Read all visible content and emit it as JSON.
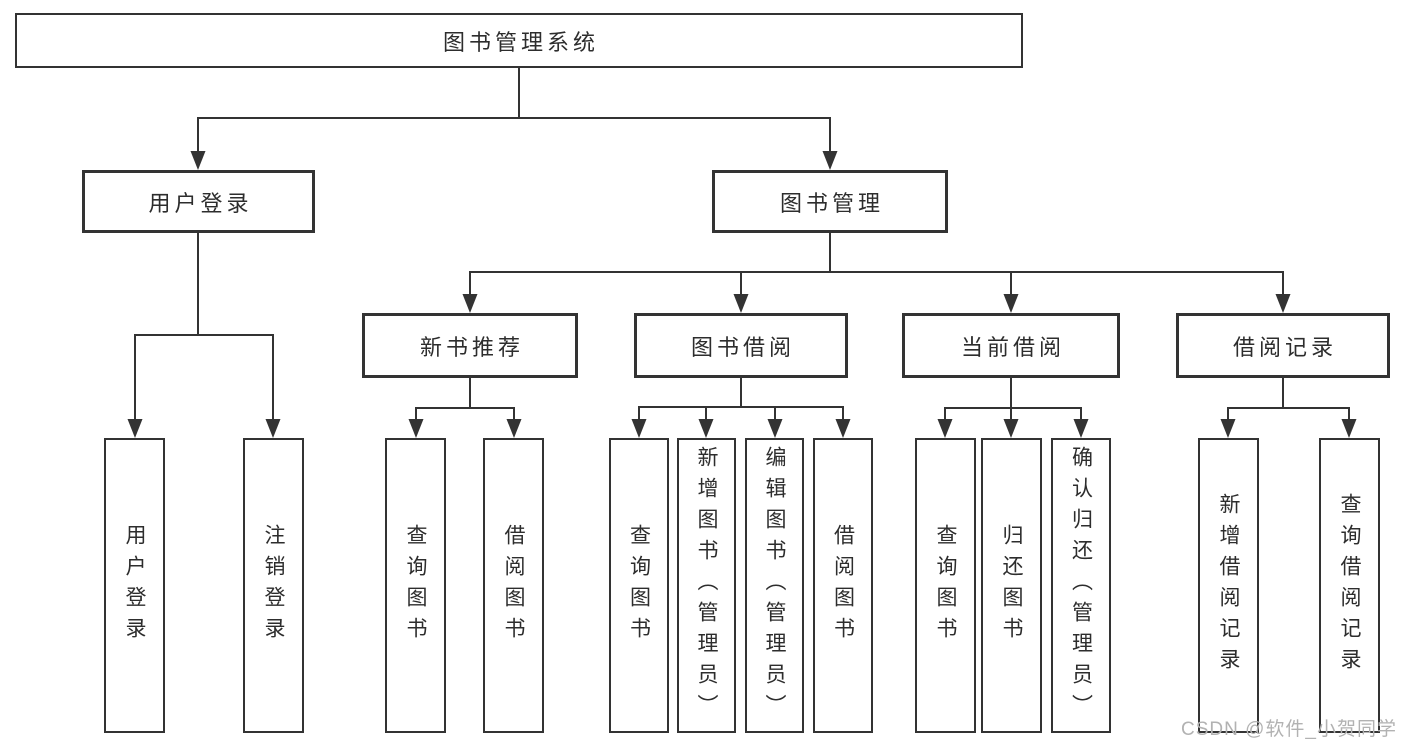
{
  "tree": {
    "label": "图书管理系统",
    "children": [
      {
        "label": "用户登录",
        "children": [
          {
            "label": "用户登录"
          },
          {
            "label": "注销登录"
          }
        ]
      },
      {
        "label": "图书管理",
        "children": [
          {
            "label": "新书推荐",
            "children": [
              {
                "label": "查询图书"
              },
              {
                "label": "借阅图书"
              }
            ]
          },
          {
            "label": "图书借阅",
            "children": [
              {
                "label": "查询图书"
              },
              {
                "label": "新增图书（管理员）"
              },
              {
                "label": "编辑图书（管理员）"
              },
              {
                "label": "借阅图书"
              }
            ]
          },
          {
            "label": "当前借阅",
            "children": [
              {
                "label": "查询图书"
              },
              {
                "label": "归还图书"
              },
              {
                "label": "确认归还（管理员）"
              }
            ]
          },
          {
            "label": "借阅记录",
            "children": [
              {
                "label": "新增借阅记录"
              },
              {
                "label": "查询借阅记录"
              }
            ]
          }
        ]
      }
    ]
  },
  "watermark": {
    "text": "CSDN @软件_小贺同学"
  },
  "colors": {
    "line": "#333333",
    "box_border": "#333333",
    "text": "#2d2d2d",
    "watermark": "#b2b2b2",
    "background": "#ffffff"
  }
}
